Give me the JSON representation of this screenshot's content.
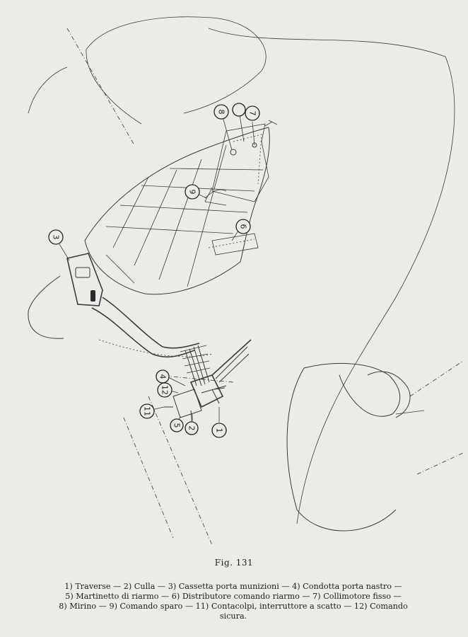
{
  "figure": {
    "caption": "Fig. 131",
    "legend_lines": [
      "1) Traverse — 2) Culla — 3) Cassetta porta munizioni — 4) Condotta porta nastro —",
      "5) Martinetto di riarmo — 6) Distributore comando riarmo — 7) Collimotore fisso —",
      "8) Mirino — 9) Comando sparo — 11) Contacolpi, interruttore a scatto — 12) Comando",
      "sicura."
    ]
  },
  "callouts": [
    {
      "label": "1"
    },
    {
      "label": "2"
    },
    {
      "label": "3"
    },
    {
      "label": "4"
    },
    {
      "label": "5"
    },
    {
      "label": "6"
    },
    {
      "label": "7"
    },
    {
      "label": "8"
    },
    {
      "label": "9"
    },
    {
      "label": "11"
    },
    {
      "label": "12"
    }
  ],
  "colors": {
    "paper": "#ebebe7",
    "ink": "#2b2b2b"
  }
}
